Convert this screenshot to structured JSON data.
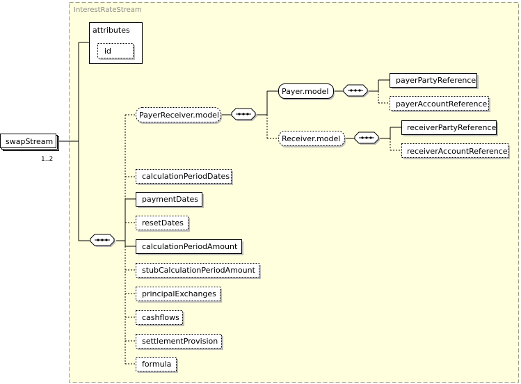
{
  "group_title": "InterestRateStream",
  "root": {
    "label": "swapStream",
    "occurrence": "1..2"
  },
  "attributes": {
    "label": "attributes",
    "items": [
      "id"
    ]
  },
  "payer_receiver": {
    "label": "PayerReceiver.model",
    "optional": true
  },
  "payer_model": {
    "label": "Payer.model",
    "optional": false
  },
  "receiver_model": {
    "label": "Receiver.model",
    "optional": true
  },
  "payer_children": [
    {
      "label": "payerPartyReference",
      "optional": false
    },
    {
      "label": "payerAccountReference",
      "optional": true
    }
  ],
  "receiver_children": [
    {
      "label": "receiverPartyReference",
      "optional": false
    },
    {
      "label": "receiverAccountReference",
      "optional": true
    }
  ],
  "sequence_children": [
    {
      "label": "calculationPeriodDates",
      "optional": true
    },
    {
      "label": "paymentDates",
      "optional": false
    },
    {
      "label": "resetDates",
      "optional": true
    },
    {
      "label": "calculationPeriodAmount",
      "optional": false
    },
    {
      "label": "stubCalculationPeriodAmount",
      "optional": true
    },
    {
      "label": "principalExchanges",
      "optional": true
    },
    {
      "label": "cashflows",
      "optional": true
    },
    {
      "label": "settlementProvision",
      "optional": true
    },
    {
      "label": "formula",
      "optional": true
    }
  ],
  "colors": {
    "group_fill": "#ffffdd",
    "group_border": "#9f9f7f",
    "group_title": "#8a8a8a",
    "shadow": "#bdbdbd"
  }
}
